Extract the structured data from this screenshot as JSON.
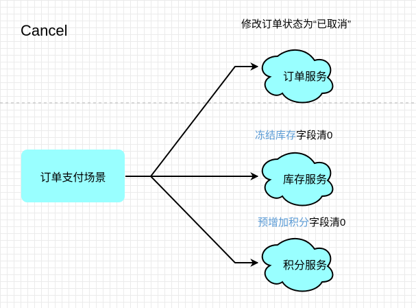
{
  "title": "Cancel",
  "scene": {
    "label": "订单支付场景"
  },
  "services": [
    {
      "label": "订单服务",
      "note": "修改订单状态为“已取消”"
    },
    {
      "label": "库存服务",
      "note_highlight": "冻结库存",
      "note_rest": "字段清0"
    },
    {
      "label": "积分服务",
      "note_highlight": "预增加积分",
      "note_rest": "字段清0"
    }
  ],
  "colors": {
    "scene_fill": "#99ffff",
    "cloud_fill": "#99ffff",
    "highlight_text": "#5b9bd5",
    "divider": "#b3b3b3"
  }
}
